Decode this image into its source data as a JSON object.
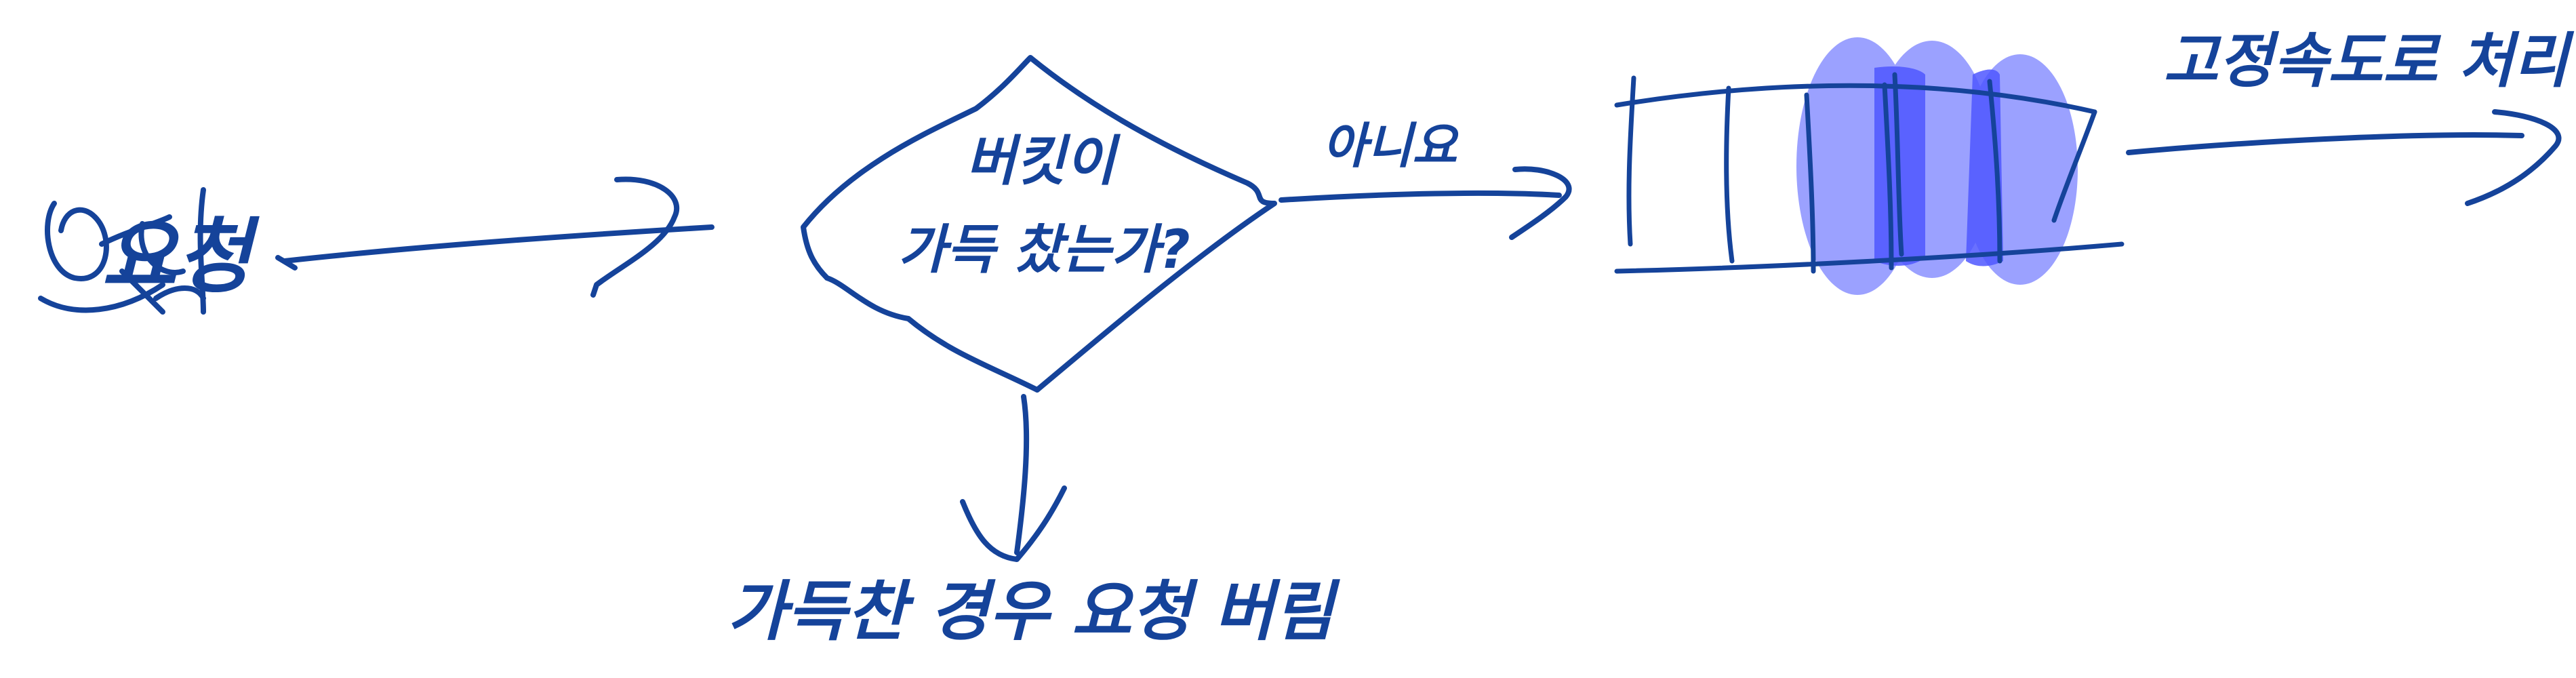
{
  "colors": {
    "ink": "#15439a",
    "highlight": "#7a82ff",
    "highlight_overlap": "#4f57ff",
    "background": "#ffffff"
  },
  "diagram": {
    "request_label": "요청",
    "decision_label_line1": "버킷이",
    "decision_label_line2": "가득 찼는가?",
    "no_branch_label": "아니요",
    "yes_branch_label": "가득찬 경우 요청 버림",
    "output_label": "고정속도로 처리",
    "bucket_slots": 7,
    "highlighted_slots": 3
  }
}
